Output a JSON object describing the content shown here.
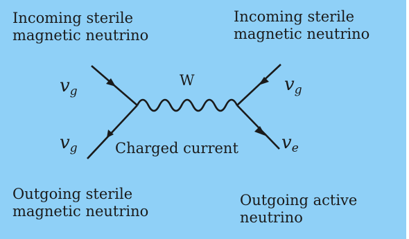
{
  "labels": {
    "top_left": [
      "Incoming sterile",
      "magnetic neutrino"
    ],
    "top_right": [
      "Incoming sterile",
      "magnetic neutrino"
    ],
    "bottom_left": [
      "Outgoing sterile",
      "magnetic neutrino"
    ],
    "bottom_right": [
      "Outgoing active",
      "neutrino"
    ],
    "center": "Charged current",
    "boson": "W"
  },
  "particles": {
    "in_left": {
      "base": "v",
      "sub": "g"
    },
    "out_left": {
      "base": "v",
      "sub": "g"
    },
    "in_right": {
      "base": "v",
      "sub": "g"
    },
    "out_right": {
      "base": "v",
      "sub": "e"
    }
  },
  "colors": {
    "background": "#8fd0f7",
    "ink": "#1a1a1a"
  }
}
